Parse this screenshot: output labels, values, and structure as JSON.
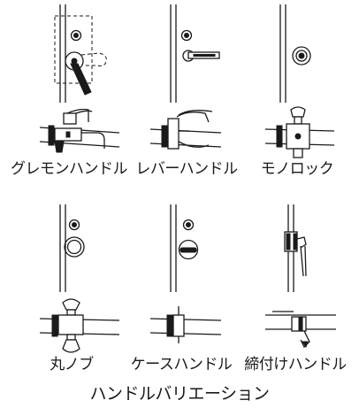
{
  "items": [
    {
      "label": "グレモンハンドル"
    },
    {
      "label": "レバーハンドル"
    },
    {
      "label": "モノロック"
    },
    {
      "label": "丸ノブ"
    },
    {
      "label": "ケースハンドル"
    },
    {
      "label": "締付けハンドル"
    }
  ],
  "caption": "ハンドルバリエーション"
}
